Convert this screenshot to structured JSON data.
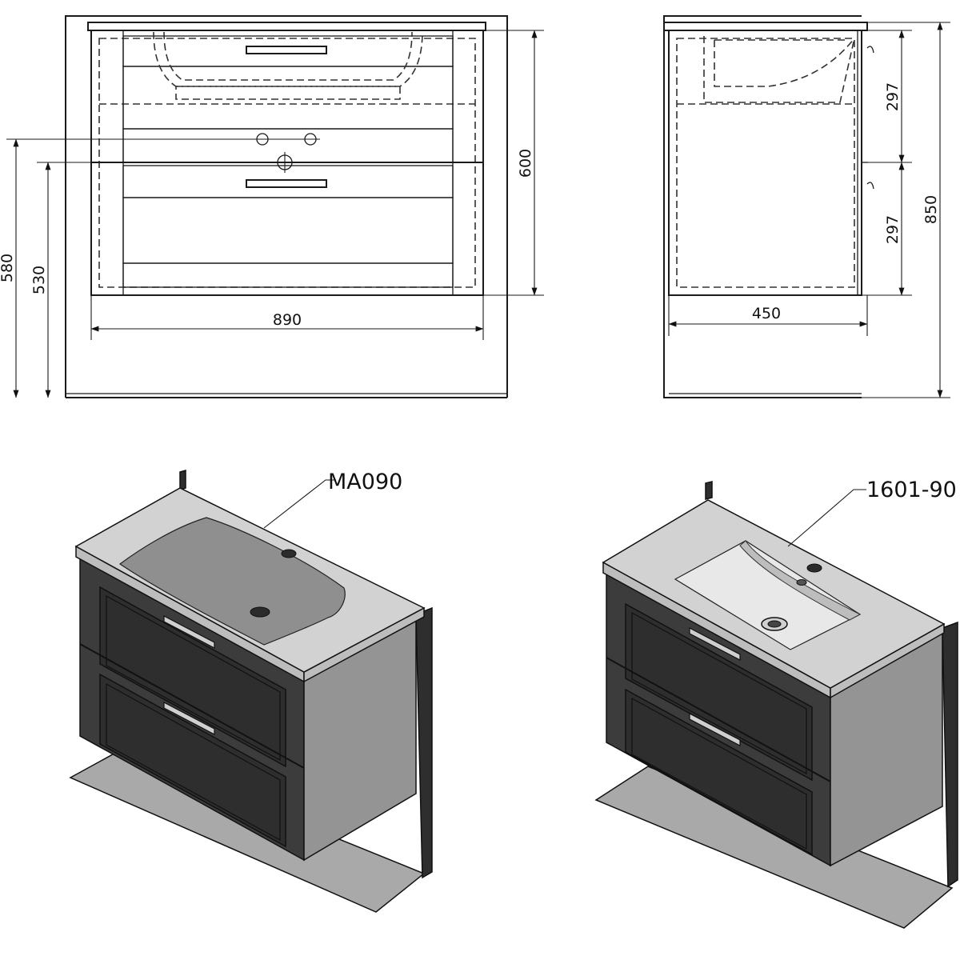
{
  "front_view": {
    "dimensions": {
      "width": "890",
      "height": "600",
      "outlet_height": "580",
      "inlet_height": "530"
    }
  },
  "side_view": {
    "dimensions": {
      "depth": "450",
      "drawer_upper": "297",
      "drawer_lower": "297",
      "total_height": "850"
    }
  },
  "callouts": {
    "left_product": "MA090",
    "right_product": "1601-90"
  }
}
